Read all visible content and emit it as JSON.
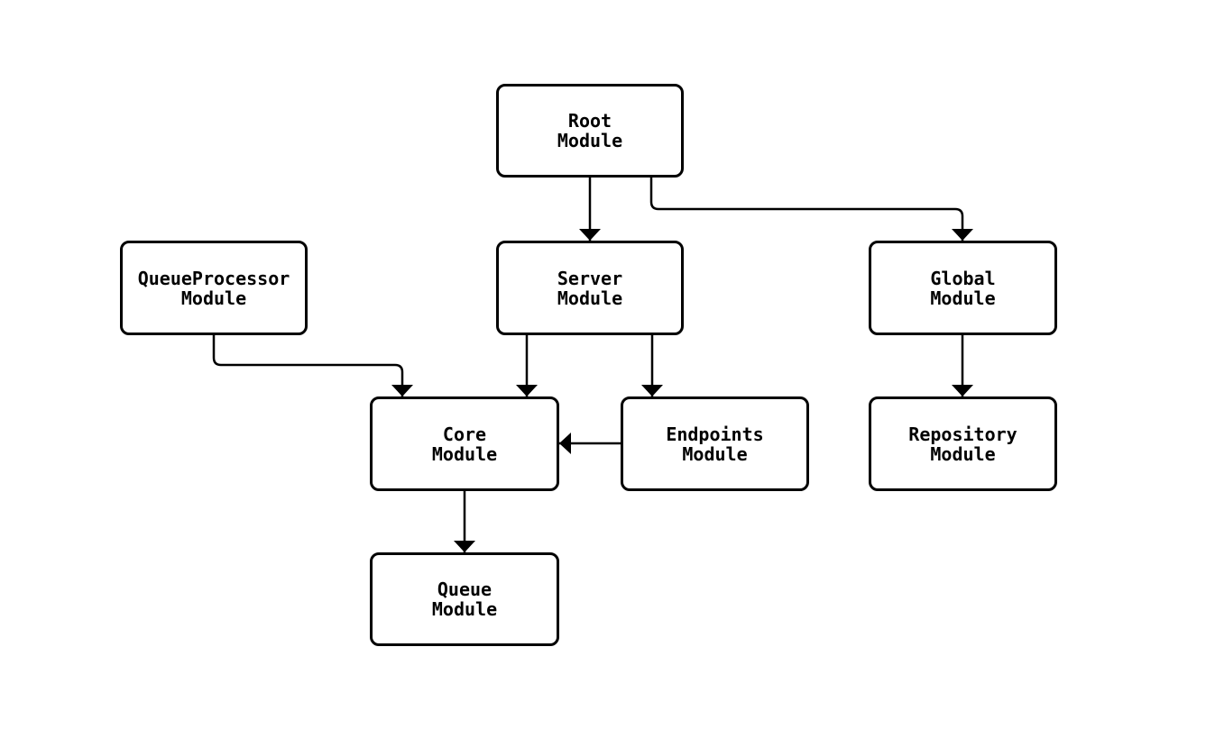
{
  "diagram": {
    "colors": {
      "background": "#ffffff",
      "node_fill": "#ffffff",
      "node_border": "#000000",
      "edge": "#000000",
      "text": "#000000"
    },
    "nodes": {
      "root": {
        "label": "Root\nModule"
      },
      "queueprocessor": {
        "label": "QueueProcessor\nModule"
      },
      "server": {
        "label": "Server\nModule"
      },
      "global": {
        "label": "Global\nModule"
      },
      "core": {
        "label": "Core\nModule"
      },
      "endpoints": {
        "label": "Endpoints\nModule"
      },
      "repository": {
        "label": "Repository\nModule"
      },
      "queue": {
        "label": "Queue\nModule"
      }
    },
    "edges": [
      {
        "from": "Root Module",
        "to": "Server Module"
      },
      {
        "from": "Root Module",
        "to": "Global Module"
      },
      {
        "from": "QueueProcessor Module",
        "to": "Core Module"
      },
      {
        "from": "Server Module",
        "to": "Core Module"
      },
      {
        "from": "Server Module",
        "to": "Endpoints Module"
      },
      {
        "from": "Global Module",
        "to": "Repository Module"
      },
      {
        "from": "Endpoints Module",
        "to": "Core Module"
      },
      {
        "from": "Core Module",
        "to": "Queue Module"
      }
    ]
  }
}
